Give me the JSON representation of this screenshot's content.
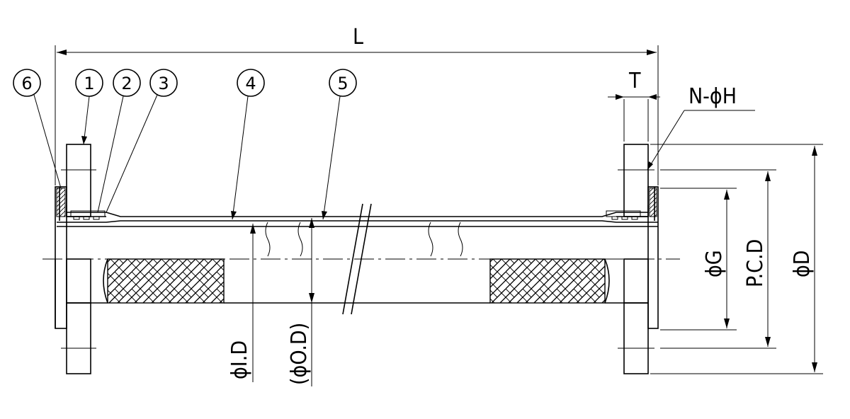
{
  "callouts": [
    "6",
    "1",
    "2",
    "3",
    "4",
    "5"
  ],
  "dimensions": {
    "length": "L",
    "thickness": "T",
    "bolt_holes": "N-ϕH",
    "gasket_dia": "ϕG",
    "pitch_circle": "P.C.D",
    "flange_dia": "ϕD",
    "inner_dia": "ϕI.D",
    "outer_dia": "(ϕO.D)"
  }
}
